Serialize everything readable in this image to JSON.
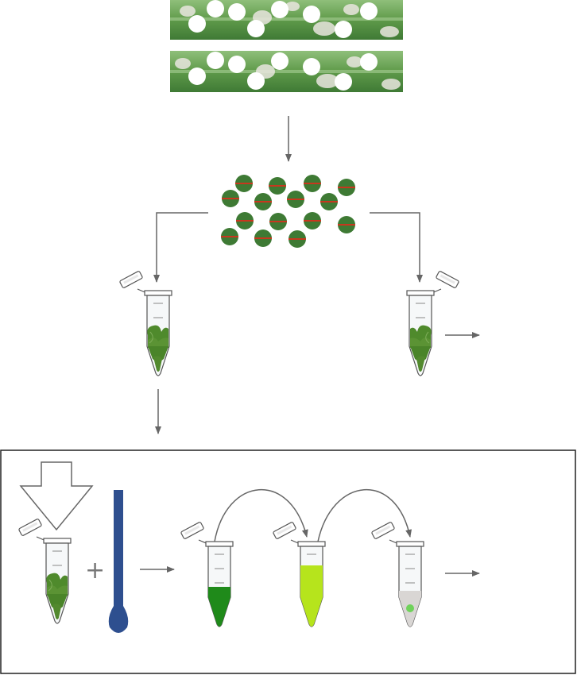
{
  "workflow": {
    "operator_symbol": "+",
    "colors": {
      "arrow": "#666666",
      "leaf_green": "#4f8a2c",
      "leaf_light": "#7fae5a",
      "disc_green": "#3e7a34",
      "disc_stripe": "#c8371e",
      "pestle": "#2e4f8f",
      "extract_dark_green": "#1f8a1a",
      "extract_yellow_green": "#b6e41c",
      "pellet_green": "#6fd25a",
      "box_border": "#222222"
    },
    "leaf_disc_count": 15,
    "tubes": [
      {
        "id": "tube-left-ground",
        "content": "leaf-pieces"
      },
      {
        "id": "tube-right-ground",
        "content": "leaf-pieces"
      },
      {
        "id": "tube-box-ground",
        "content": "leaf-pieces"
      },
      {
        "id": "tube-box-dark-green",
        "content": "dark-green-liquid"
      },
      {
        "id": "tube-box-yellow-green",
        "content": "yellow-green-liquid"
      },
      {
        "id": "tube-box-pellet",
        "content": "pellet"
      }
    ],
    "icons": [
      "leaf-strip-image",
      "leaf-disc-icon",
      "microcentrifuge-tube-icon",
      "pestle-icon",
      "large-down-arrow-icon",
      "curved-transfer-arrow-icon"
    ]
  }
}
